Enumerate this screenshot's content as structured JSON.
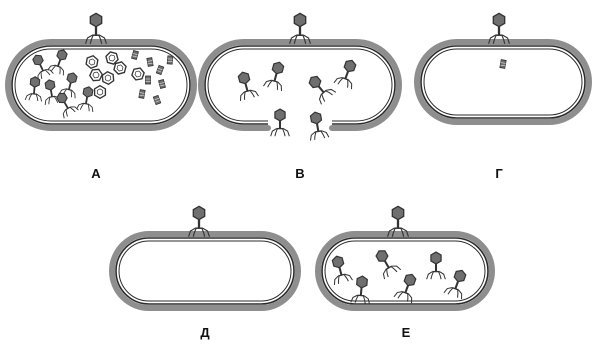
{
  "colors": {
    "wall": "#8e8e8e",
    "membrane": "#2b2b2b",
    "phage": "#333333",
    "capsid_fill": "#6f6f6f",
    "background": "#ffffff"
  },
  "panels": [
    {
      "id": "a",
      "label": "А",
      "state": "cell full of assembled phages and phage parts"
    },
    {
      "id": "b",
      "label": "В",
      "state": "cell lysing, phages released"
    },
    {
      "id": "g",
      "label": "Г",
      "state": "phage DNA injected into cell"
    },
    {
      "id": "d",
      "label": "Д",
      "state": "phage attached to cell surface"
    },
    {
      "id": "e",
      "label": "Е",
      "state": "cell full of new phages"
    }
  ]
}
